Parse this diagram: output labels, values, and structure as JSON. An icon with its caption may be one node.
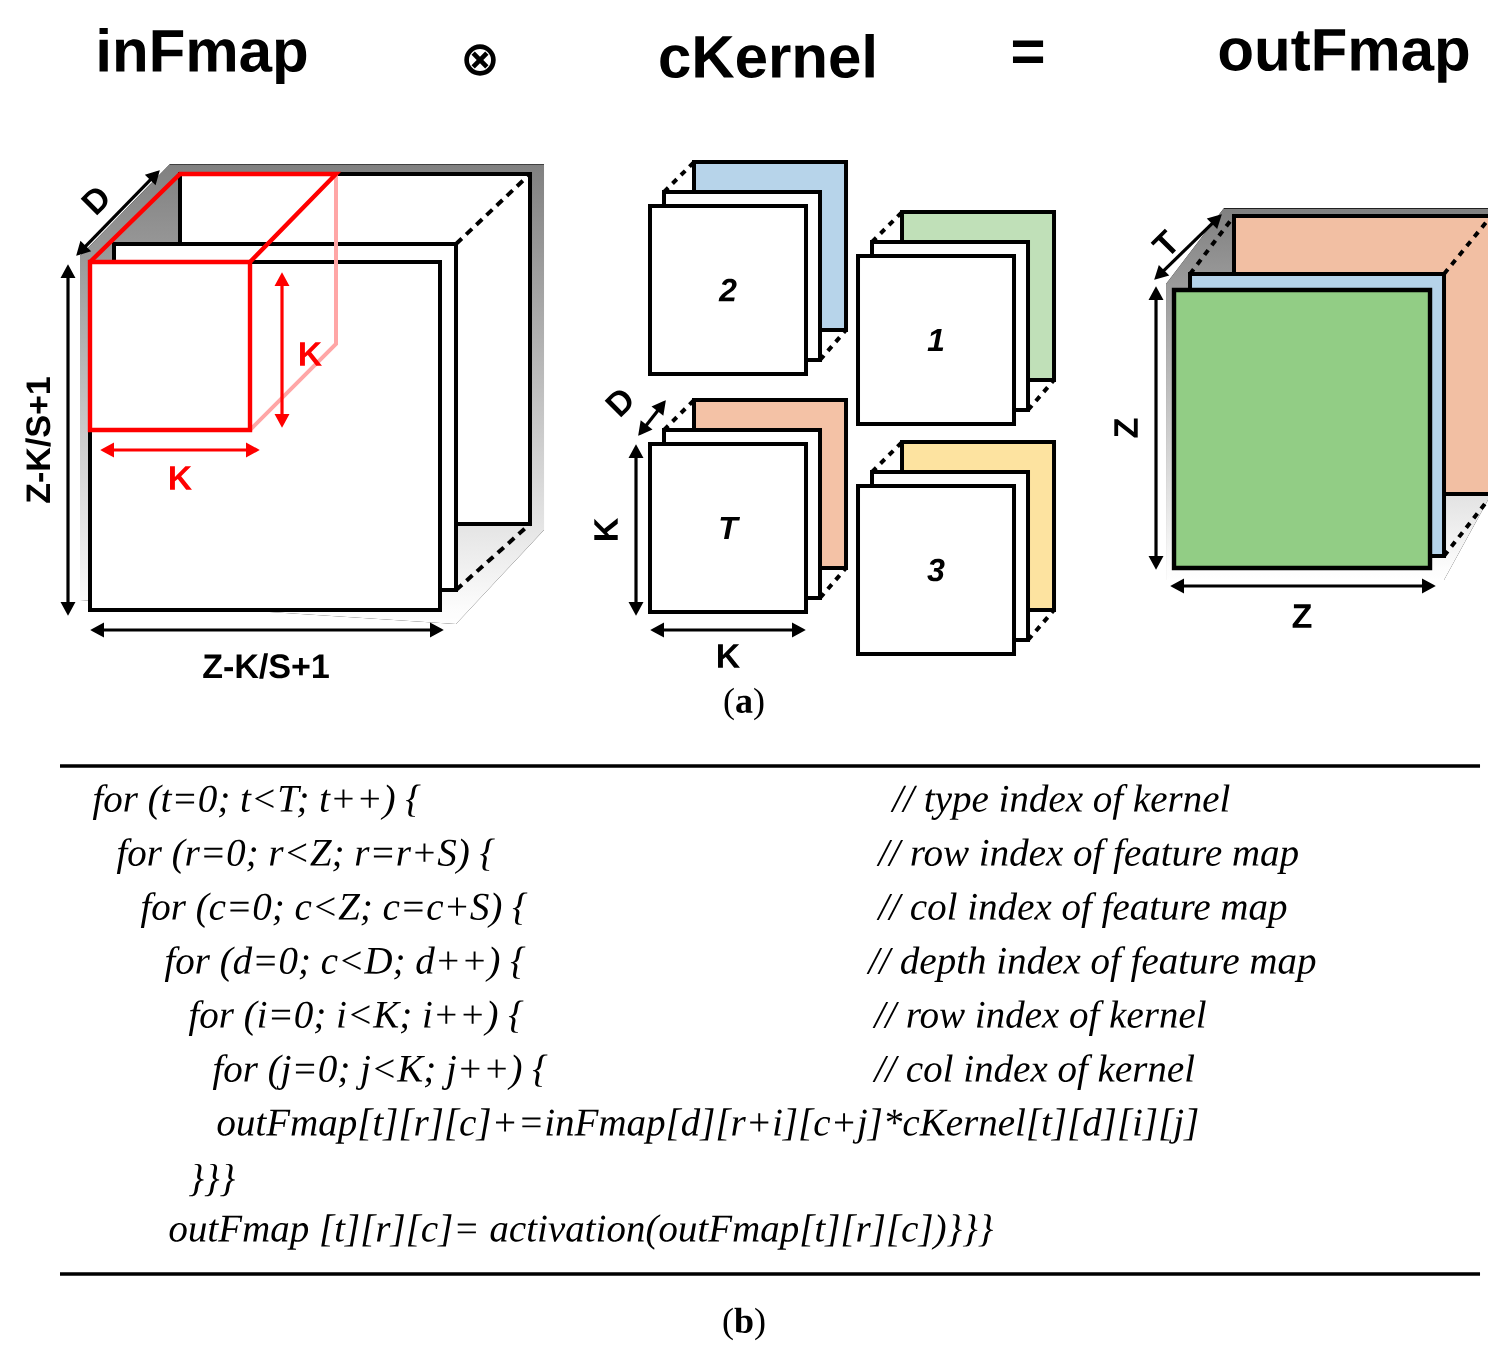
{
  "diagram": {
    "nodes": [
      {
        "text": [
          "2"
        ]
      },
      {
        "text": [
          "1"
        ]
      },
      {
        "text": [
          "T"
        ]
      },
      {
        "text": [
          "3"
        ]
      }
    ],
    "labels": [
      "inFmap",
      "⊗",
      "cKernel",
      "=",
      "outFmap",
      "D",
      "K",
      "K",
      "Z-K/S+1",
      "Z-K/S+1",
      "D",
      "K",
      "K",
      "T",
      "Z",
      "Z",
      "(**a**)",
      "for (t=0; t<T; t++) {",
      "// type index of kernel",
      "for (r=0; r<Z; r=r+S) {",
      "// row index of feature map",
      "for (c=0; c<Z; c=c+S) {",
      "// col index of feature map",
      "for (d=0; c<D; d++) {",
      "// depth index of feature map",
      "for (i=0; i<K; i++) {",
      "// row index of kernel",
      "for (j=0; j<K; j++) {",
      "// col index of kernel",
      "outFmap[t][r][c]+=inFmap[d][r+i][c+j]*cKernel[t][d][i][j]",
      "}}}",
      "outFmap [t][r][c]= activation(outFmap[t][r][c])}}}",
      "(**b**)"
    ]
  }
}
